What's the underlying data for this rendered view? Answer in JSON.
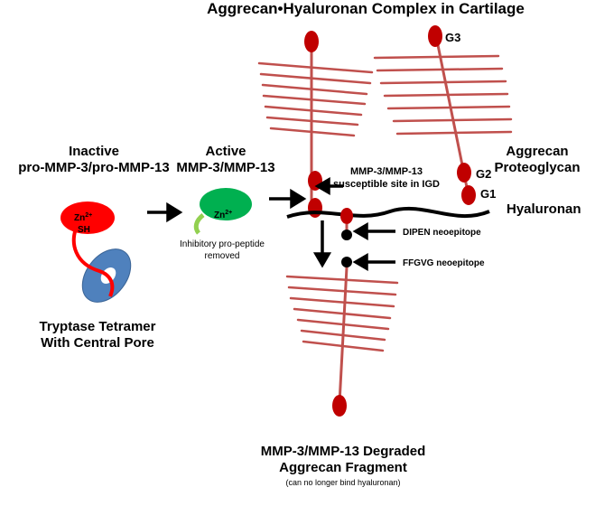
{
  "title": "Aggrecan•Hyaluronan Complex in Cartilage",
  "inactive": {
    "line1": "Inactive",
    "line2": "pro-MMP-3/pro-MMP-13"
  },
  "active": {
    "line1": "Active",
    "line2": "MMP-3/MMP-13"
  },
  "aggrecan": {
    "line1": "Aggrecan",
    "line2": "Proteoglycan"
  },
  "hyaluronan": "Hyaluronan",
  "g3": "G3",
  "g2": "G2",
  "g1": "G1",
  "zn": "Zn",
  "zn_sup": "2+",
  "sh": "SH",
  "susceptible": {
    "line1": "MMP-3/MMP-13",
    "line2": "susceptible site in IGD"
  },
  "inhibitory": {
    "line1": "Inhibitory pro-peptide",
    "line2": "removed"
  },
  "dipen": "DIPEN neoepitope",
  "ffgvg": "FFGVG neoepitope",
  "tryptase": {
    "line1": "Tryptase Tetramer",
    "line2": "With Central Pore"
  },
  "degraded": {
    "line1": "MMP-3/MMP-13 Degraded",
    "line2": "Aggrecan Fragment",
    "note": "(can no longer bind hyaluronan)"
  },
  "colors": {
    "strand": "#c0504d",
    "enzyme_red": "#ff0000",
    "enzyme_green": "#00b050",
    "tryptase_blue": "#4f81bd",
    "globule": "#c00000",
    "propeptide": "#92d050"
  }
}
